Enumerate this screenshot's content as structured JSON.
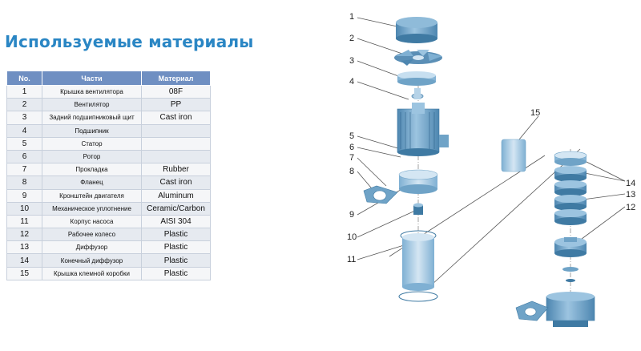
{
  "title": "Используемые материалы",
  "table": {
    "headers": [
      "No.",
      "Части",
      "Материал"
    ],
    "rows": [
      {
        "no": "1",
        "part": "Крышка вентилятора",
        "material": "08F"
      },
      {
        "no": "2",
        "part": "Вентилятор",
        "material": "PP"
      },
      {
        "no": "3",
        "part": "Задний подшипниковый щит",
        "material": "Cast iron"
      },
      {
        "no": "4",
        "part": "Подшипник",
        "material": ""
      },
      {
        "no": "5",
        "part": "Статор",
        "material": ""
      },
      {
        "no": "6",
        "part": "Ротор",
        "material": ""
      },
      {
        "no": "7",
        "part": "Прокладка",
        "material": "Rubber"
      },
      {
        "no": "8",
        "part": "Фланец",
        "material": "Cast iron"
      },
      {
        "no": "9",
        "part": "Кронштейн двигателя",
        "material": "Aluminum"
      },
      {
        "no": "10",
        "part": "Механическое уплотнение",
        "material": "Ceramic/Carbon"
      },
      {
        "no": "11",
        "part": "Корпус насоса",
        "material": "AISI 304"
      },
      {
        "no": "12",
        "part": "Рабочее колесо",
        "material": "Plastic"
      },
      {
        "no": "13",
        "part": "Диффузор",
        "material": "Plastic"
      },
      {
        "no": "14",
        "part": "Конечный диффузор",
        "material": "Plastic"
      },
      {
        "no": "15",
        "part": "Крышка клемной коробки",
        "material": "Plastic"
      }
    ]
  },
  "diagram": {
    "callouts": [
      "1",
      "2",
      "3",
      "4",
      "5",
      "6",
      "7",
      "8",
      "9",
      "10",
      "11",
      "15",
      "14",
      "13",
      "12"
    ],
    "colors": {
      "part": "#6fa3c7",
      "part_dark": "#3f7aa3",
      "part_light": "#b6d3e8",
      "line": "#555555"
    }
  }
}
